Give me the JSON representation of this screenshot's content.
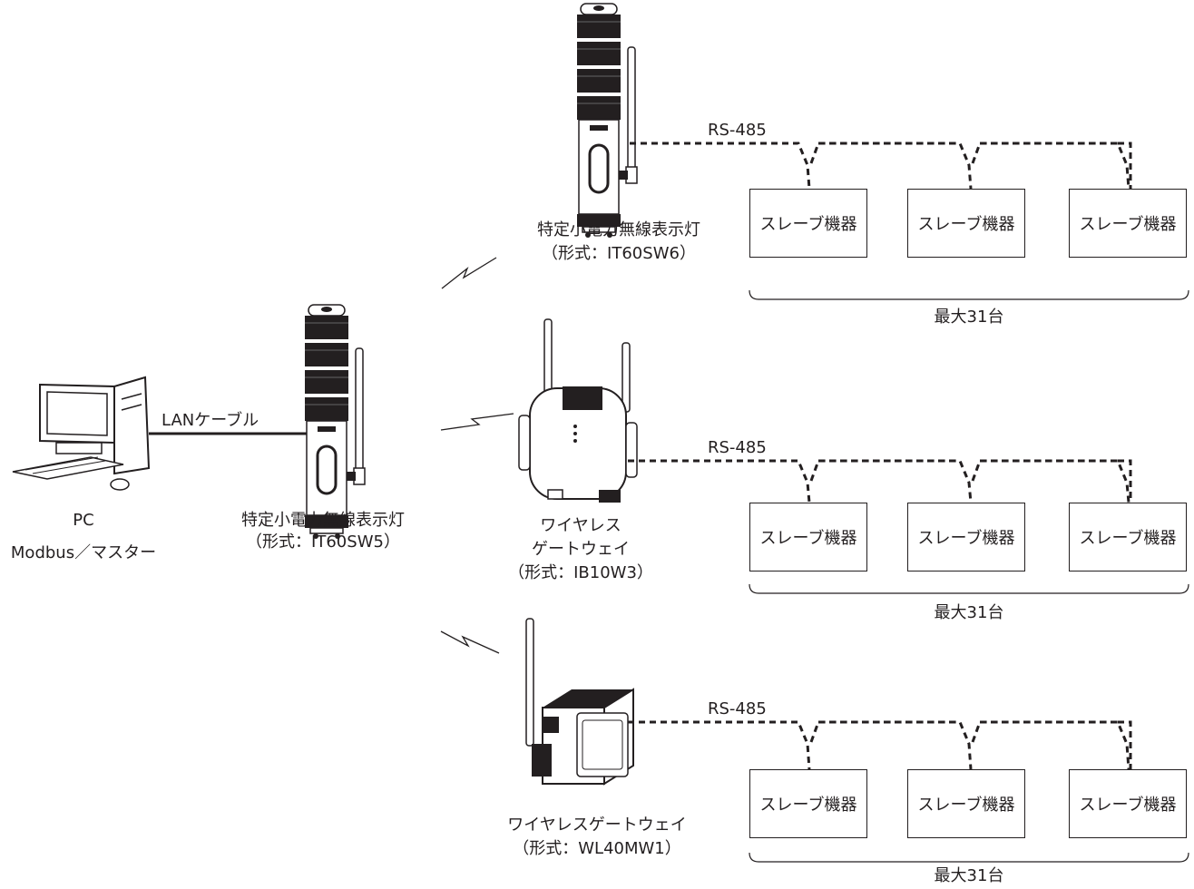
{
  "pc": {
    "line1": "PC",
    "line2": "Modbus／マスター"
  },
  "lan_label": "LANケーブル",
  "master_light": {
    "name": "特定小電力無線表示灯",
    "model": "（形式：IT60SW5）"
  },
  "branches": [
    {
      "device_lines": [
        "特定小電力無線表示灯",
        "（形式：IT60SW6）"
      ],
      "bus_label": "RS-485",
      "slaves": [
        "スレーブ機器",
        "スレーブ機器",
        "スレーブ機器"
      ],
      "max_label": "最大31台"
    },
    {
      "device_lines": [
        "ワイヤレス",
        "ゲートウェイ",
        "（形式：IB10W3）"
      ],
      "bus_label": "RS-485",
      "slaves": [
        "スレーブ機器",
        "スレーブ機器",
        "スレーブ機器"
      ],
      "max_label": "最大31台"
    },
    {
      "device_lines": [
        "ワイヤレスゲートウェイ",
        "（形式：WL40MW1）"
      ],
      "bus_label": "RS-485",
      "slaves": [
        "スレーブ機器",
        "スレーブ機器",
        "スレーブ機器"
      ],
      "max_label": "最大31台"
    }
  ],
  "colors": {
    "ink": "#231f20"
  }
}
